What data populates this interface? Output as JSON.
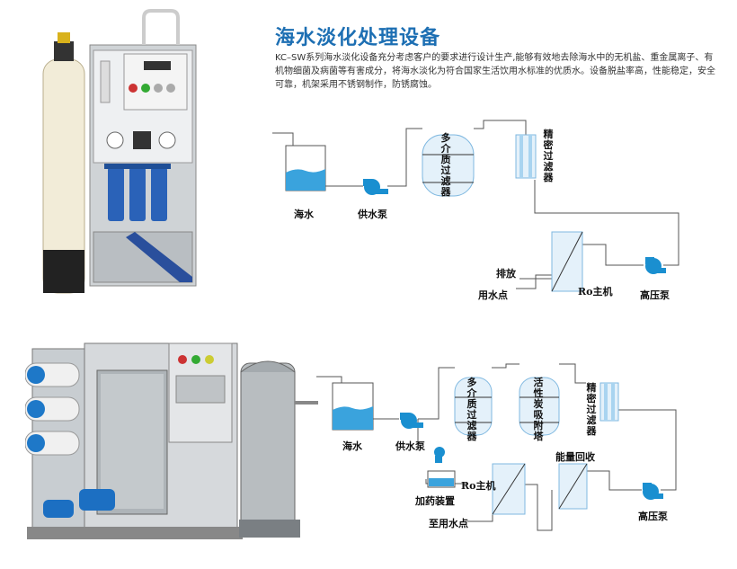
{
  "header": {
    "title": "海水淡化处理设备",
    "description": "KC–SW系列海水淡化设备充分考虑客户的要求进行设计生产,能够有效地去除海水中的无机盐、重金属离子、有机物细菌及病菌等有害成分，将海水淡化为符合国家生活饮用水标准的优质水。设备脱盐率高，性能稳定，安全可靠，机架采用不锈钢制作，防锈腐蚀。"
  },
  "diagram1": {
    "seawater": "海水",
    "feed_pump": "供水泵",
    "multi_media_filter": "多介质过滤器",
    "precision_filter": "精密过滤器",
    "discharge": "排放",
    "water_point": "用水点",
    "ro_unit": "Ro主机",
    "hp_pump": "高压泵"
  },
  "diagram2": {
    "seawater": "海水",
    "feed_pump": "供水泵",
    "multi_media_filter": "多介质过滤器",
    "carbon_tower": "活性炭吸附塔",
    "precision_filter": "精密过滤器",
    "dosing_device": "加药装置",
    "ro_unit": "Ro主机",
    "energy_recovery": "能量回收",
    "water_point": "至用水点",
    "hp_pump": "高压泵"
  },
  "colors": {
    "title_blue": "#1d6fb3",
    "water_blue": "#3aa3dd",
    "pump_blue": "#1a8fd0",
    "line": "#555555"
  }
}
